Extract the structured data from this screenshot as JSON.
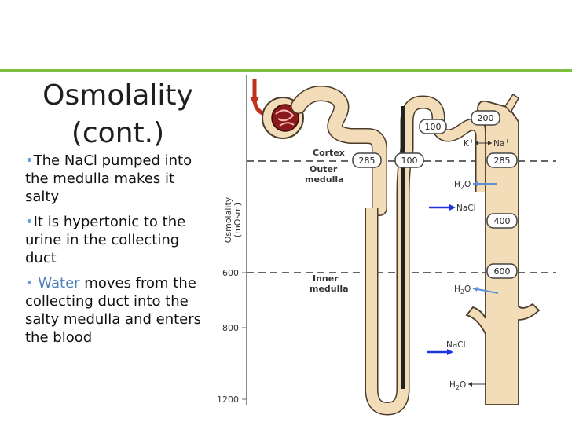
{
  "slide": {
    "title_line1": "Osmolality",
    "title_line2": "(cont.)",
    "bullets": [
      {
        "text": "The NaCl pumped into the medulla makes it salty"
      },
      {
        "text": "It is hypertonic to the urine in the collecting duct"
      },
      {
        "prefix": " ",
        "highlight": "Water",
        "text": " moves from the collecting duct into the salty medulla and enters the blood"
      }
    ],
    "bullet_glyph": "•"
  },
  "diagram": {
    "y_axis_label_line1": "Osmolality",
    "y_axis_label_line2": "(mOsm)",
    "y_ticks": [
      "600",
      "800",
      "1200"
    ],
    "zones": {
      "cortex": "Cortex",
      "outer_line1": "Outer",
      "outer_line2": "medulla",
      "inner_line1": "Inner",
      "inner_line2": "medulla"
    },
    "boxes": {
      "b100_top": "100",
      "b200": "200",
      "b285_left": "285",
      "b100_mid": "100",
      "b285_right": "285",
      "b400": "400",
      "b600": "600"
    },
    "labels": {
      "k": "K",
      "k_sup": "+",
      "na": "Na",
      "na_sup": "+",
      "h2o_1_h": "H",
      "h2o_1_sub": "2",
      "h2o_1_o": "O",
      "nacl_1": "NaCl",
      "h2o_2_h": "H",
      "h2o_2_sub": "2",
      "h2o_2_o": "O",
      "nacl_2": "NaCl",
      "h2o_3_h": "H",
      "h2o_3_sub": "2",
      "h2o_3_o": "O"
    },
    "colors": {
      "tubule": "#f3dcb8",
      "tubule_stroke": "#4a3a2a",
      "arrow_blue": "#2233dd",
      "arrow_light": "#5b8fd6",
      "title_bar": "#7fbf3f"
    },
    "icons": [
      "blood-vessel-red-arrow",
      "glomerulus-icon"
    ]
  }
}
